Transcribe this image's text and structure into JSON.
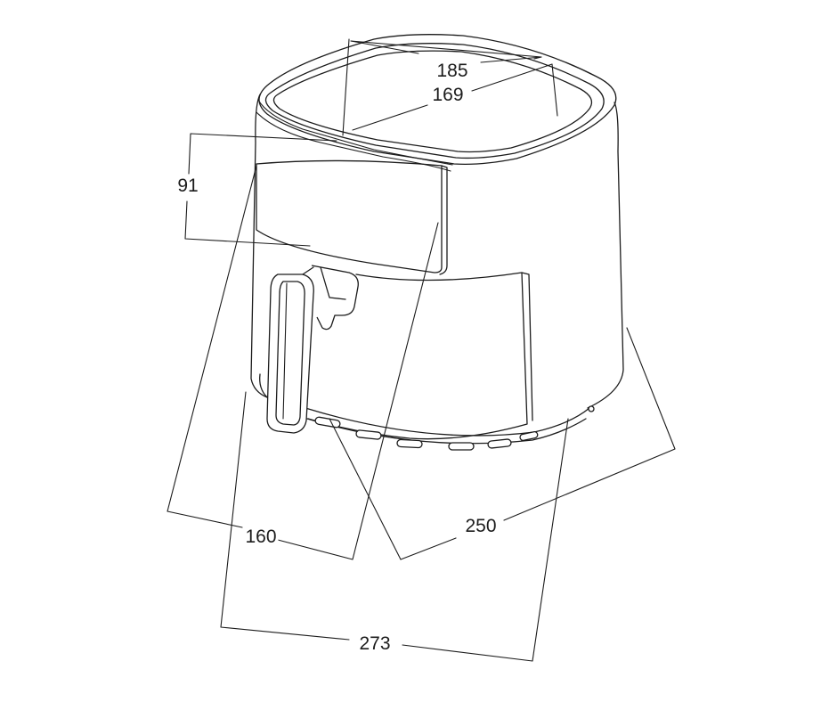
{
  "dimensions": {
    "top_outer": "185",
    "top_inner": "169",
    "window_height": "91",
    "depth_left": "160",
    "depth_right": "250",
    "width_bottom": "273"
  },
  "colors": {
    "line": "#1c1c1c",
    "background": "#ffffff"
  }
}
